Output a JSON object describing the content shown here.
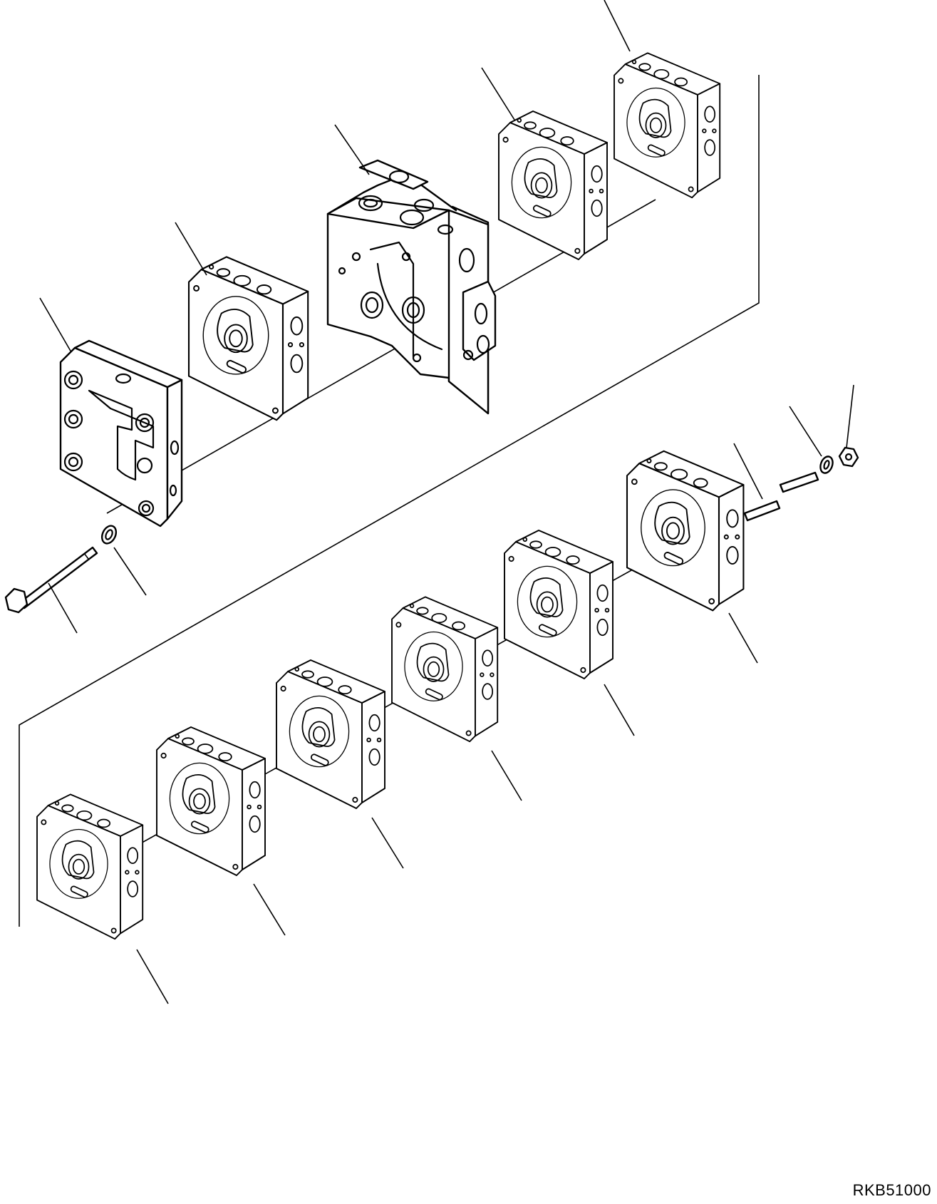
{
  "drawing": {
    "code": "RKB51000"
  },
  "parts": [
    {
      "id": "end-cover"
    },
    {
      "id": "valve-section-upper-1"
    },
    {
      "id": "valve-body-main"
    },
    {
      "id": "valve-section-upper-2"
    },
    {
      "id": "valve-section-upper-3"
    },
    {
      "id": "tie-bolt"
    },
    {
      "id": "washer-bolt-side"
    },
    {
      "id": "stud"
    },
    {
      "id": "washer-nut-side"
    },
    {
      "id": "nut"
    },
    {
      "id": "valve-section-lower-1"
    },
    {
      "id": "valve-section-lower-2"
    },
    {
      "id": "valve-section-lower-3"
    },
    {
      "id": "valve-section-lower-4"
    },
    {
      "id": "valve-section-lower-5"
    },
    {
      "id": "valve-section-lower-6"
    }
  ]
}
